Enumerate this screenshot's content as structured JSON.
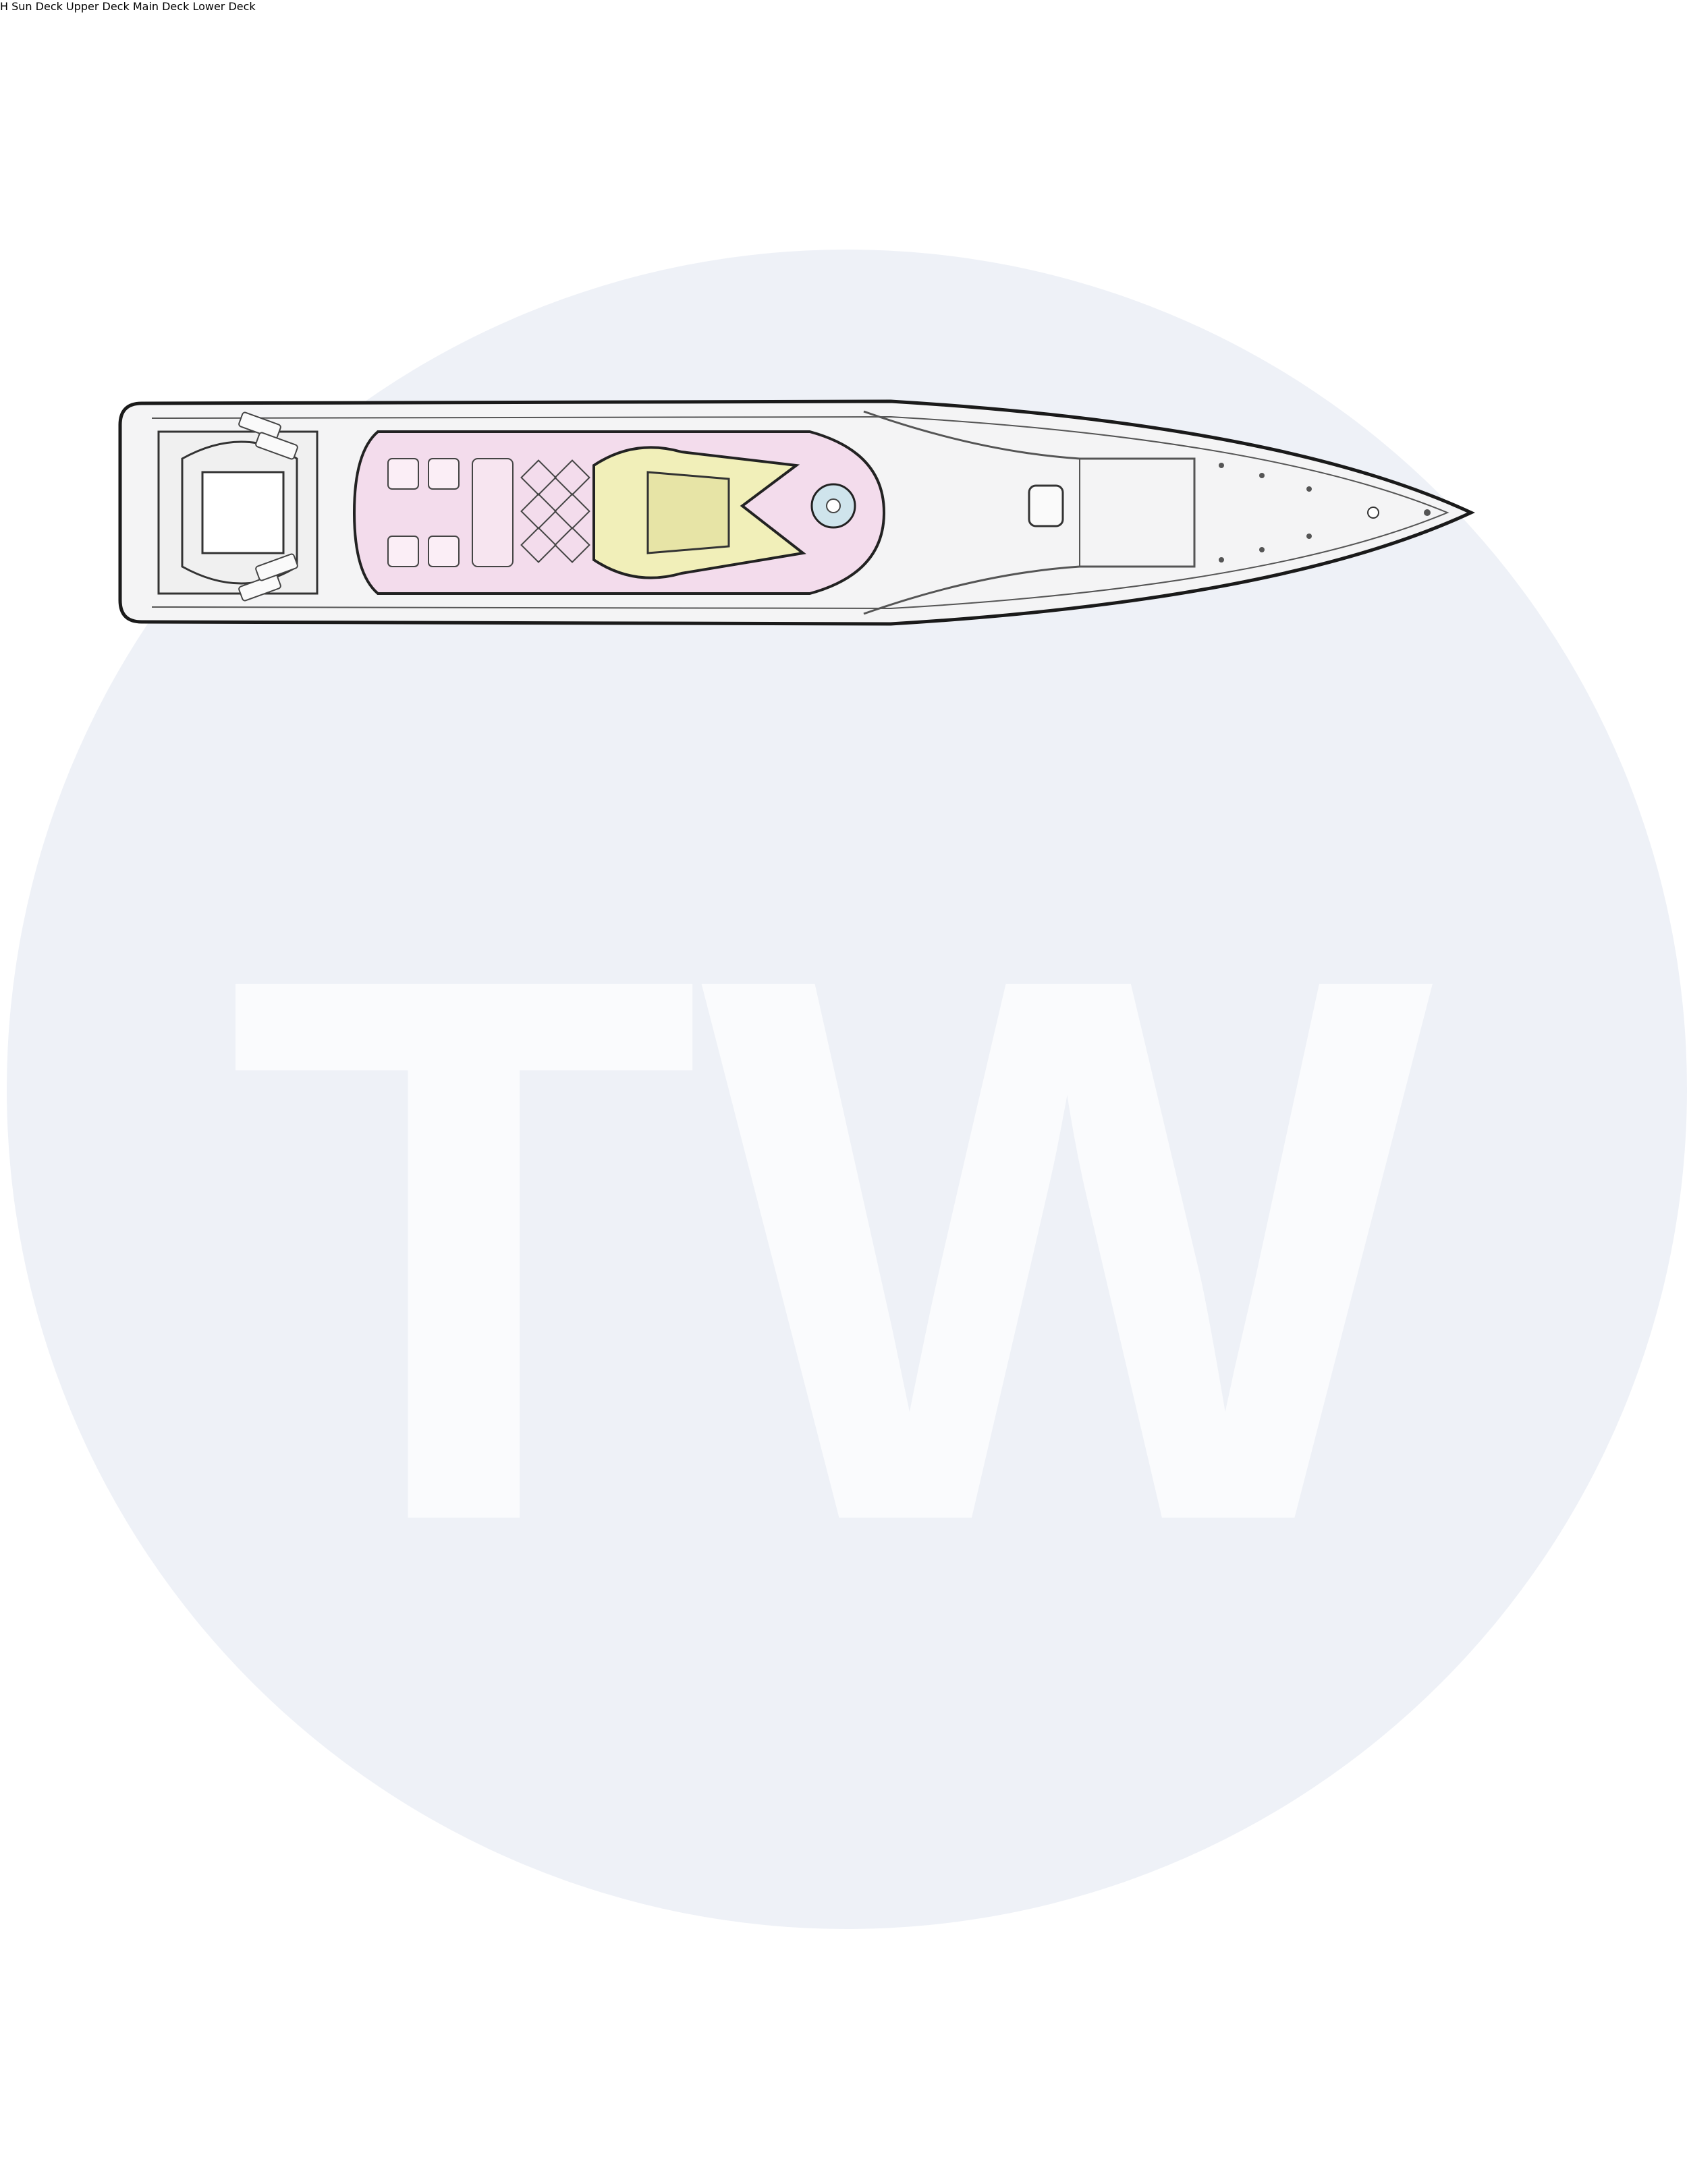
{
  "decks": [
    {
      "id": "sun",
      "label": "Sun Deck"
    },
    {
      "id": "upper",
      "label": "Upper Deck"
    },
    {
      "id": "main",
      "label": "Main Deck"
    },
    {
      "id": "lower",
      "label": "Lower Deck"
    }
  ],
  "helipad_marker": "H",
  "watermark_text": "TW",
  "colors": {
    "background": "#ffffff",
    "watermark_circle": "#eef1f7",
    "watermark_letters": "#ffffff",
    "hull_fill": "#f4f4f5",
    "hull_stroke": "#1a1a1a",
    "outline": "#444444",
    "pink_lounge": "#f3dcec",
    "yellow_lounge": "#f1efb9",
    "tan_deck": "#ead8bb",
    "blue_cabin": "#cfe4ec",
    "pool_water": "#bcdce8",
    "lavender_service": "#e6e1ef",
    "green_service": "#e3eed7",
    "grey_machinery": "#e7e8ea"
  }
}
